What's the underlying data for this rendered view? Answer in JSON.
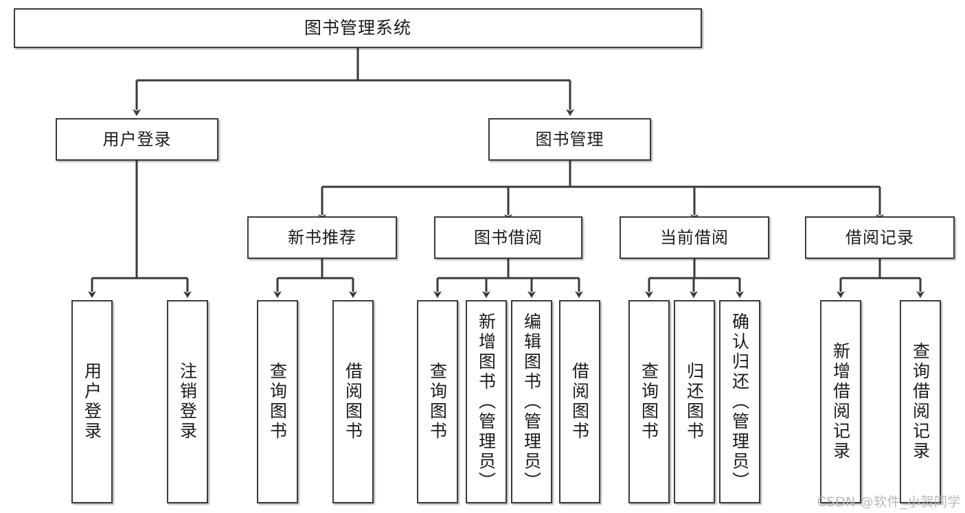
{
  "diagram": {
    "type": "tree",
    "title": "图书管理系统",
    "colors": {
      "box_border": "#3a3a3a",
      "box_fill": "#ffffff",
      "connector": "#3a3a3a",
      "text": "#1a1a1a",
      "watermark": "#b9b9b9"
    },
    "root": {
      "label": "图书管理系统"
    },
    "level1": [
      {
        "label": "用户登录"
      },
      {
        "label": "图书管理"
      }
    ],
    "level2": [
      {
        "label": "新书推荐"
      },
      {
        "label": "图书借阅"
      },
      {
        "label": "当前借阅"
      },
      {
        "label": "借阅记录"
      }
    ],
    "leaves": {
      "user_login": [
        {
          "label": "用户登录"
        },
        {
          "label": "注销登录"
        }
      ],
      "new_book_recommend": [
        {
          "label": "查询图书"
        },
        {
          "label": "借阅图书"
        }
      ],
      "book_borrow": [
        {
          "label": "查询图书"
        },
        {
          "label": "新增图书（管理员）"
        },
        {
          "label": "编辑图书（管理员）"
        },
        {
          "label": "借阅图书"
        }
      ],
      "current_borrow": [
        {
          "label": "查询图书"
        },
        {
          "label": "归还图书"
        },
        {
          "label": "确认归还（管理员）"
        }
      ],
      "borrow_record": [
        {
          "label": "新增借阅记录"
        },
        {
          "label": "查询借阅记录"
        }
      ]
    },
    "watermark": "CSDN @软件_小贺同学"
  }
}
